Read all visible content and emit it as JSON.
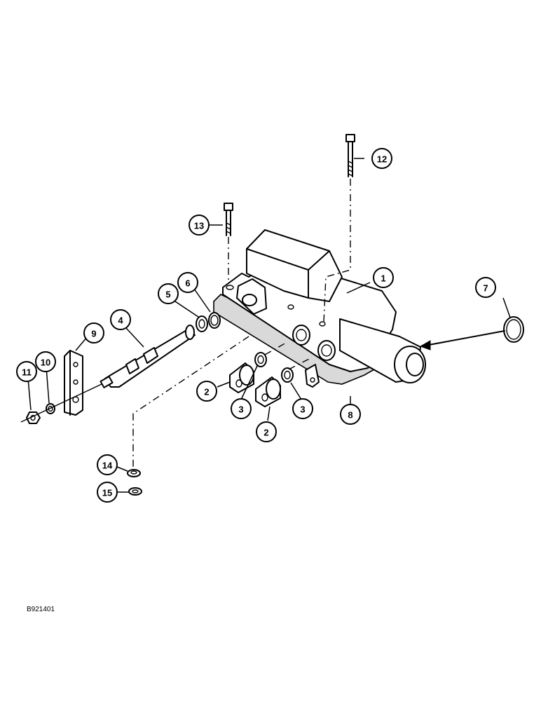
{
  "figure_code": "B921401",
  "callouts": [
    {
      "id": "c1",
      "label": "1"
    },
    {
      "id": "c2a",
      "label": "2"
    },
    {
      "id": "c2b",
      "label": "2"
    },
    {
      "id": "c3a",
      "label": "3"
    },
    {
      "id": "c3b",
      "label": "3"
    },
    {
      "id": "c4",
      "label": "4"
    },
    {
      "id": "c5",
      "label": "5"
    },
    {
      "id": "c6",
      "label": "6"
    },
    {
      "id": "c7",
      "label": "7"
    },
    {
      "id": "c8",
      "label": "8"
    },
    {
      "id": "c9",
      "label": "9"
    },
    {
      "id": "c10",
      "label": "10"
    },
    {
      "id": "c11",
      "label": "11"
    },
    {
      "id": "c12",
      "label": "12"
    },
    {
      "id": "c13",
      "label": "13"
    },
    {
      "id": "c14",
      "label": "14"
    },
    {
      "id": "c15",
      "label": "15"
    }
  ]
}
